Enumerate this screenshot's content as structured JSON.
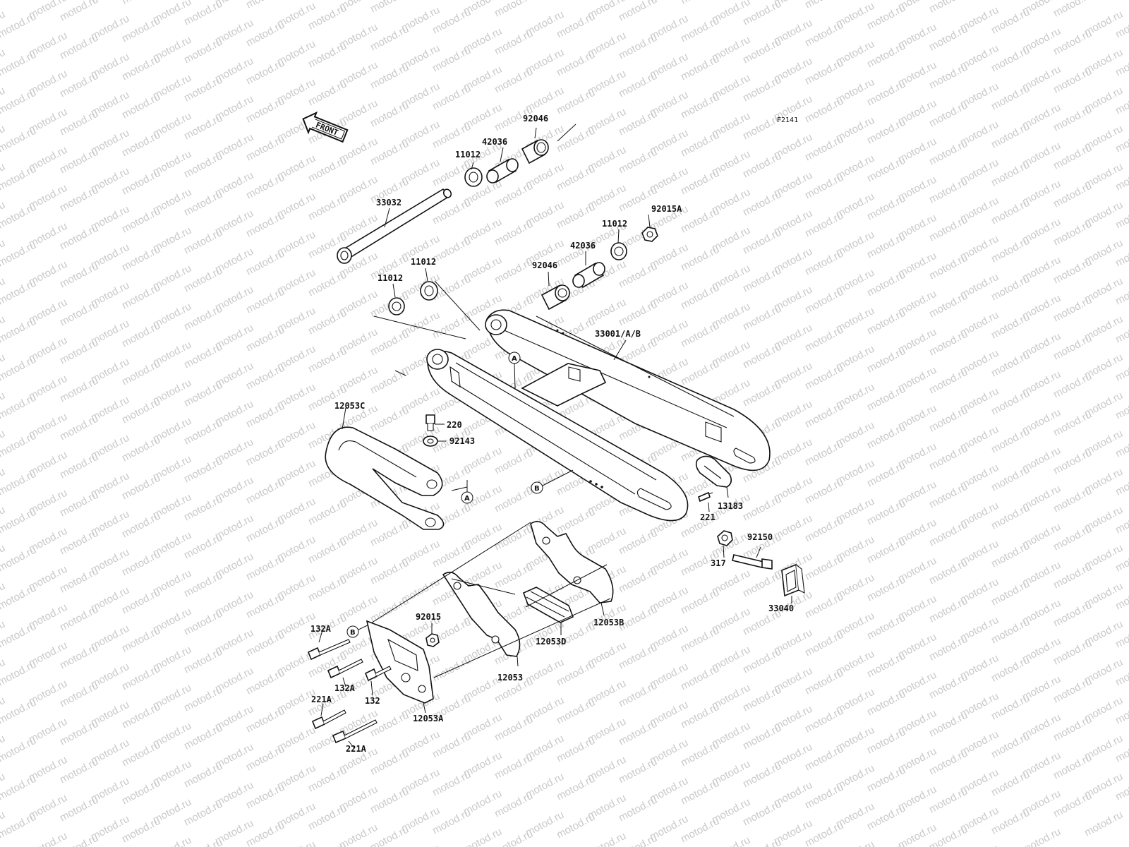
{
  "watermark_text": "motod.ru",
  "diagram_code": "F2141",
  "front_label": "FRONT",
  "reference_marks": {
    "a": "A",
    "b": "B"
  },
  "part_numbers": {
    "nut_92015A": "92015A",
    "seal_11012_ur": "11012",
    "sleeve_42036_r": "42036",
    "bearing_92046_r": "92046",
    "bearing_92046_ul": "92046",
    "sleeve_42036_ul": "42036",
    "seal_11012_ul": "11012",
    "shaft_33032": "33032",
    "seal_11012_ll": "11012",
    "seal_11012_lm": "11012",
    "swingarm_33001": "33001/A/B",
    "guide_12053C": "12053C",
    "bolt_220": "220",
    "washer_92143": "92143",
    "plate_13183": "13183",
    "screw_221": "221",
    "bolt_92150": "92150",
    "nut_317": "317",
    "block_33040": "33040",
    "guide_12053B": "12053B",
    "slider_12053D": "12053D",
    "guide_12053": "12053",
    "nut_92015": "92015",
    "bolt_132A_1": "132A",
    "bolt_132A_2": "132A",
    "bolt_132": "132",
    "guard_12053A": "12053A",
    "bolt_221A_1": "221A",
    "bolt_221A_2": "221A"
  }
}
